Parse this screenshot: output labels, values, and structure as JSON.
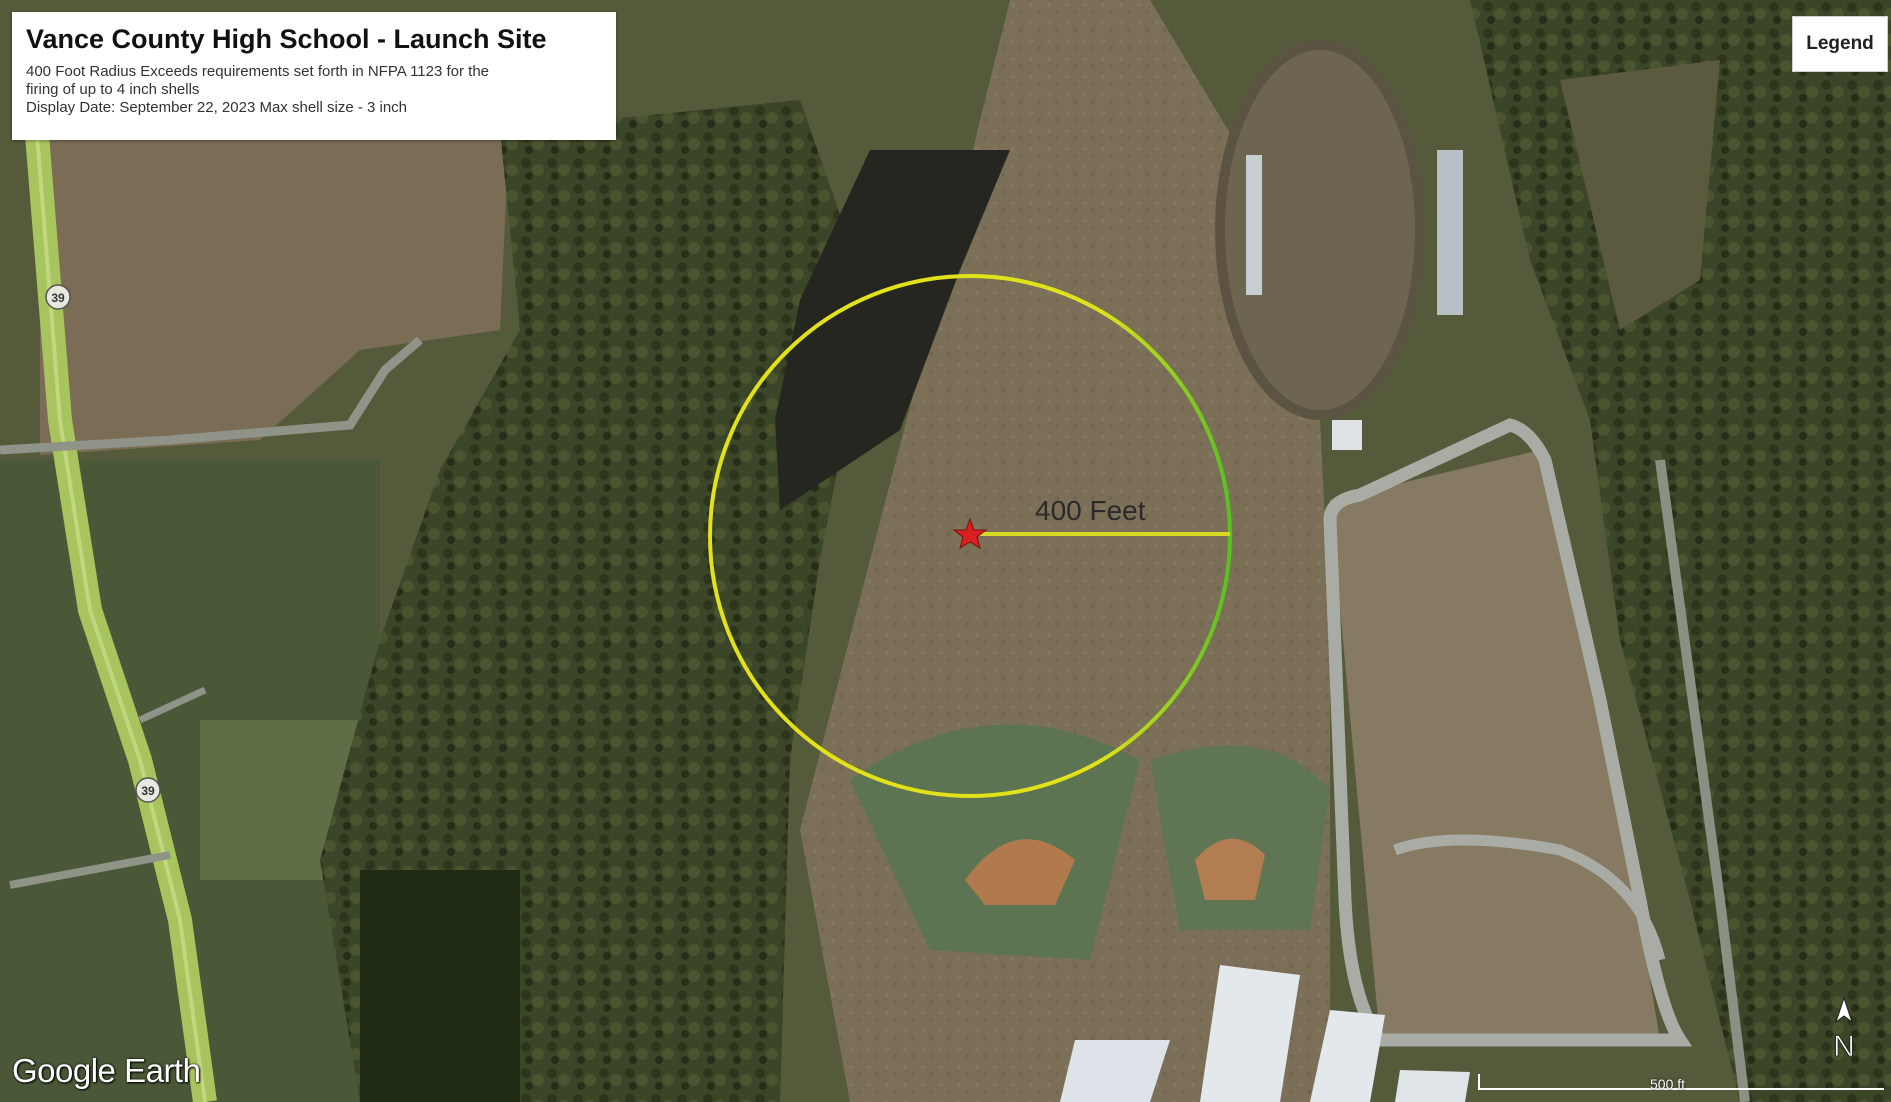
{
  "info_box": {
    "title": "Vance County High School - Launch Site",
    "line1": "400 Foot Radius Exceeds requirements set forth in NFPA 1123 for the",
    "line2": "firing of up to 4 inch shells",
    "line3": "Display Date: September 22, 2023  Max shell size - 3 inch"
  },
  "legend_button": "Legend",
  "radius_label": "400 Feet",
  "route_shields": [
    "39",
    "39"
  ],
  "brand": "Google Earth",
  "compass_label": "N",
  "scale_label": "500 ft",
  "colors": {
    "radius_circle": "#e2e21a",
    "radius_circle_secondary": "#58c023",
    "launch_star": "#d82020",
    "highway": "#a7c45e"
  }
}
